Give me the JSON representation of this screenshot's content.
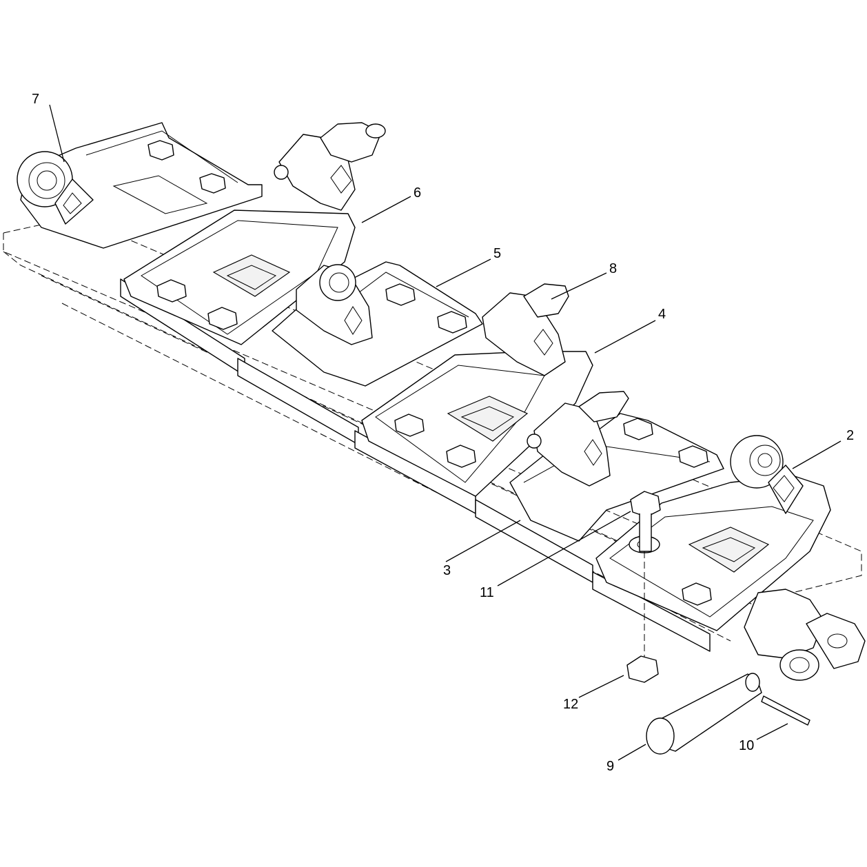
{
  "callouts": [
    {
      "label": "7",
      "part": "tooth-holder-left-end"
    },
    {
      "label": "6",
      "part": "base-plate"
    },
    {
      "label": "5",
      "part": "tooth-holder-left"
    },
    {
      "label": "8",
      "part": "carbide-tooth"
    },
    {
      "label": "4",
      "part": "tooth-holder-right"
    },
    {
      "label": "2",
      "part": "tooth-holder-right-end"
    },
    {
      "label": "3",
      "part": "tooth-holder-center"
    },
    {
      "label": "11",
      "part": "bolt"
    },
    {
      "label": "12",
      "part": "nut"
    },
    {
      "label": "9",
      "part": "chain-pin"
    },
    {
      "label": "10",
      "part": "cotter-pin"
    }
  ]
}
